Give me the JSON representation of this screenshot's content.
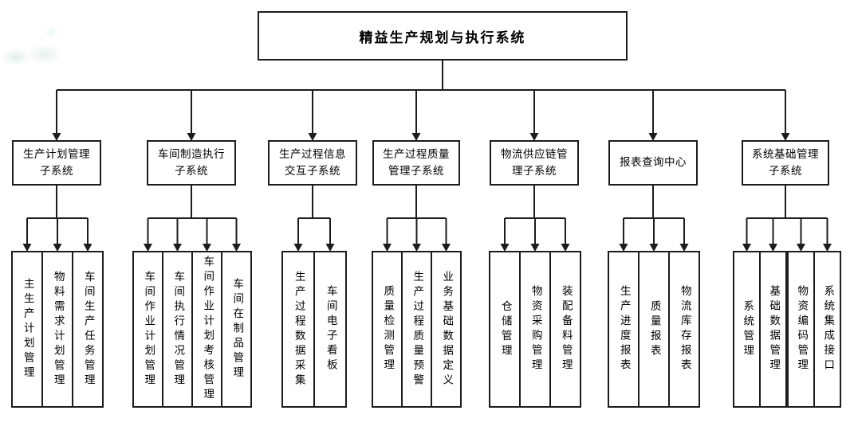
{
  "colors": {
    "line": "#1c1c1c",
    "box_border": "#1c1c1c",
    "text": "#000000",
    "background": "#ffffff",
    "watermark": "#e6f1ec"
  },
  "diagram": {
    "root": {
      "label": "精益生产规划与执行系统"
    },
    "subsystems": [
      {
        "label": "生产计划管理子系统",
        "lines": [
          "生产计划管理",
          "子系统"
        ],
        "children": [
          {
            "label": "主生产计划管理"
          },
          {
            "label": "物料需求计划管理"
          },
          {
            "label": "车间生产任务管理"
          }
        ]
      },
      {
        "label": "车间制造执行子系统",
        "lines": [
          "车间制造执行",
          "子系统"
        ],
        "children": [
          {
            "label": "车间作业计划管理"
          },
          {
            "label": "车间执行情况管理"
          },
          {
            "label": "车间作业计划考核管理"
          },
          {
            "label": "车间在制品管理"
          }
        ]
      },
      {
        "label": "生产过程信息交互子系统",
        "lines": [
          "生产过程信息",
          "交互子系统"
        ],
        "children": [
          {
            "label": "生产过程数据采集"
          },
          {
            "label": "车间电子看板"
          }
        ]
      },
      {
        "label": "生产过程质量管理子系统",
        "lines": [
          "生产过程质量",
          "管理子系统"
        ],
        "children": [
          {
            "label": "质量检测管理"
          },
          {
            "label": "生产过程质量预警"
          },
          {
            "label": "业务基础数据定义"
          }
        ]
      },
      {
        "label": "物流供应链管理子系统",
        "lines": [
          "物流供应链管",
          "理子系统"
        ],
        "children": [
          {
            "label": "仓储管理"
          },
          {
            "label": "物资采购管理"
          },
          {
            "label": "装配备料管理"
          }
        ]
      },
      {
        "label": "报表查询中心",
        "lines": [
          "报表查询中心"
        ],
        "children": [
          {
            "label": "生产进度报表"
          },
          {
            "label": "质量报表"
          },
          {
            "label": "物流库存报表"
          }
        ]
      },
      {
        "label": "系统基础管理子系统",
        "lines": [
          "系统基础管理",
          "子系统"
        ],
        "children": [
          {
            "label": "系统管理"
          },
          {
            "label": "基础数据管理"
          },
          {
            "label": "物资编码管理"
          },
          {
            "label": "系统集成接口"
          }
        ]
      }
    ]
  }
}
